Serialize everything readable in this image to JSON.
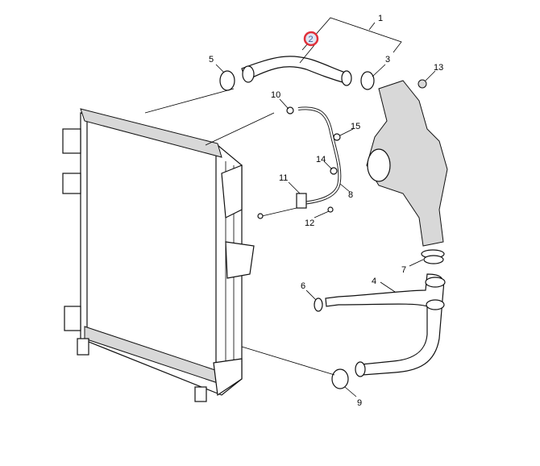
{
  "diagram": {
    "callouts": [
      {
        "id": "1",
        "text": "1"
      },
      {
        "id": "2",
        "text": "2",
        "highlighted": true
      },
      {
        "id": "3",
        "text": "3"
      },
      {
        "id": "4",
        "text": "4"
      },
      {
        "id": "5",
        "text": "5"
      },
      {
        "id": "6",
        "text": "6"
      },
      {
        "id": "7",
        "text": "7"
      },
      {
        "id": "8",
        "text": "8"
      },
      {
        "id": "9",
        "text": "9"
      },
      {
        "id": "10",
        "text": "10"
      },
      {
        "id": "11",
        "text": "11"
      },
      {
        "id": "12",
        "text": "12"
      },
      {
        "id": "13",
        "text": "13"
      },
      {
        "id": "14",
        "text": "14"
      },
      {
        "id": "15",
        "text": "15"
      }
    ],
    "highlight_color": "#e0303a"
  }
}
